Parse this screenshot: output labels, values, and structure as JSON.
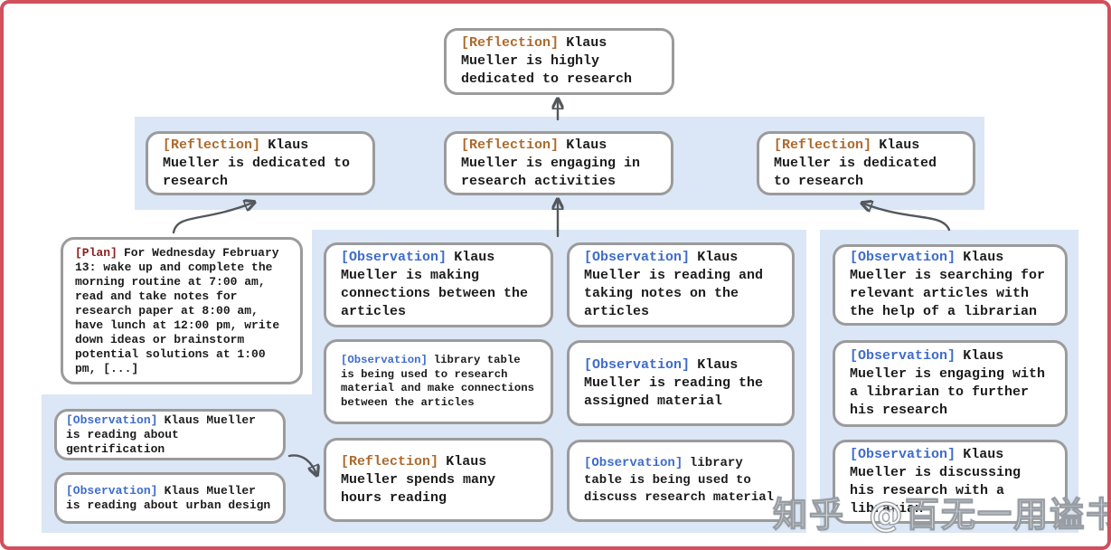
{
  "colors": {
    "frame_border": "#d24f5c",
    "band_background": "#dbe7f6",
    "node_border": "#9b9b9b",
    "node_background": "#ffffff",
    "reflection_label": "#ad6a2c",
    "plan_label": "#8b1f1c",
    "observation_label": "#3d6ccb",
    "body_text": "#1c1c1c",
    "arrow": "#54585c"
  },
  "root": {
    "label": "[Reflection]",
    "text": "Klaus Mueller is highly dedicated to research"
  },
  "reflection_row": [
    {
      "label": "[Reflection]",
      "text": "Klaus Mueller is dedicated to research"
    },
    {
      "label": "[Reflection]",
      "text": "Klaus Mueller is engaging in research activities"
    },
    {
      "label": "[Reflection]",
      "text": "Klaus Mueller is dedicated to research"
    }
  ],
  "plan": {
    "label": "[Plan]",
    "text": "For Wednesday February 13: wake up and complete the morning routine at 7:00 am, read and take notes for research paper at 8:00 am, have lunch at 12:00 pm, write down ideas or brainstorm potential solutions at 1:00 pm, [...]"
  },
  "left_group": [
    {
      "label": "[Observation]",
      "text": "Klaus Mueller is reading about gentrification"
    },
    {
      "label": "[Observation]",
      "text": "Klaus Mueller is reading about urban design"
    }
  ],
  "middle_group_col1": [
    {
      "label": "[Observation]",
      "text": "Klaus Mueller is making connections between the articles"
    },
    {
      "label": "[Observation]",
      "text": "library table is being used to research material and make connections between the articles"
    },
    {
      "label": "[Reflection]",
      "text": "Klaus Mueller spends many hours reading"
    }
  ],
  "middle_group_col2": [
    {
      "label": "[Observation]",
      "text": "Klaus Mueller is reading and taking notes on the articles"
    },
    {
      "label": "[Observation]",
      "text": "Klaus Mueller is reading the assigned material"
    },
    {
      "label": "[Observation]",
      "text": "library table is being used to discuss research material"
    }
  ],
  "right_group": [
    {
      "label": "[Observation]",
      "text": "Klaus Mueller is searching for relevant articles with the help of a librarian"
    },
    {
      "label": "[Observation]",
      "text": "Klaus Mueller is engaging with a librarian to further his research"
    },
    {
      "label": "[Observation]",
      "text": "Klaus Mueller is discussing his research with a librarian"
    }
  ],
  "watermark": {
    "site": "知乎",
    "user": "@百无一用谥书生"
  }
}
